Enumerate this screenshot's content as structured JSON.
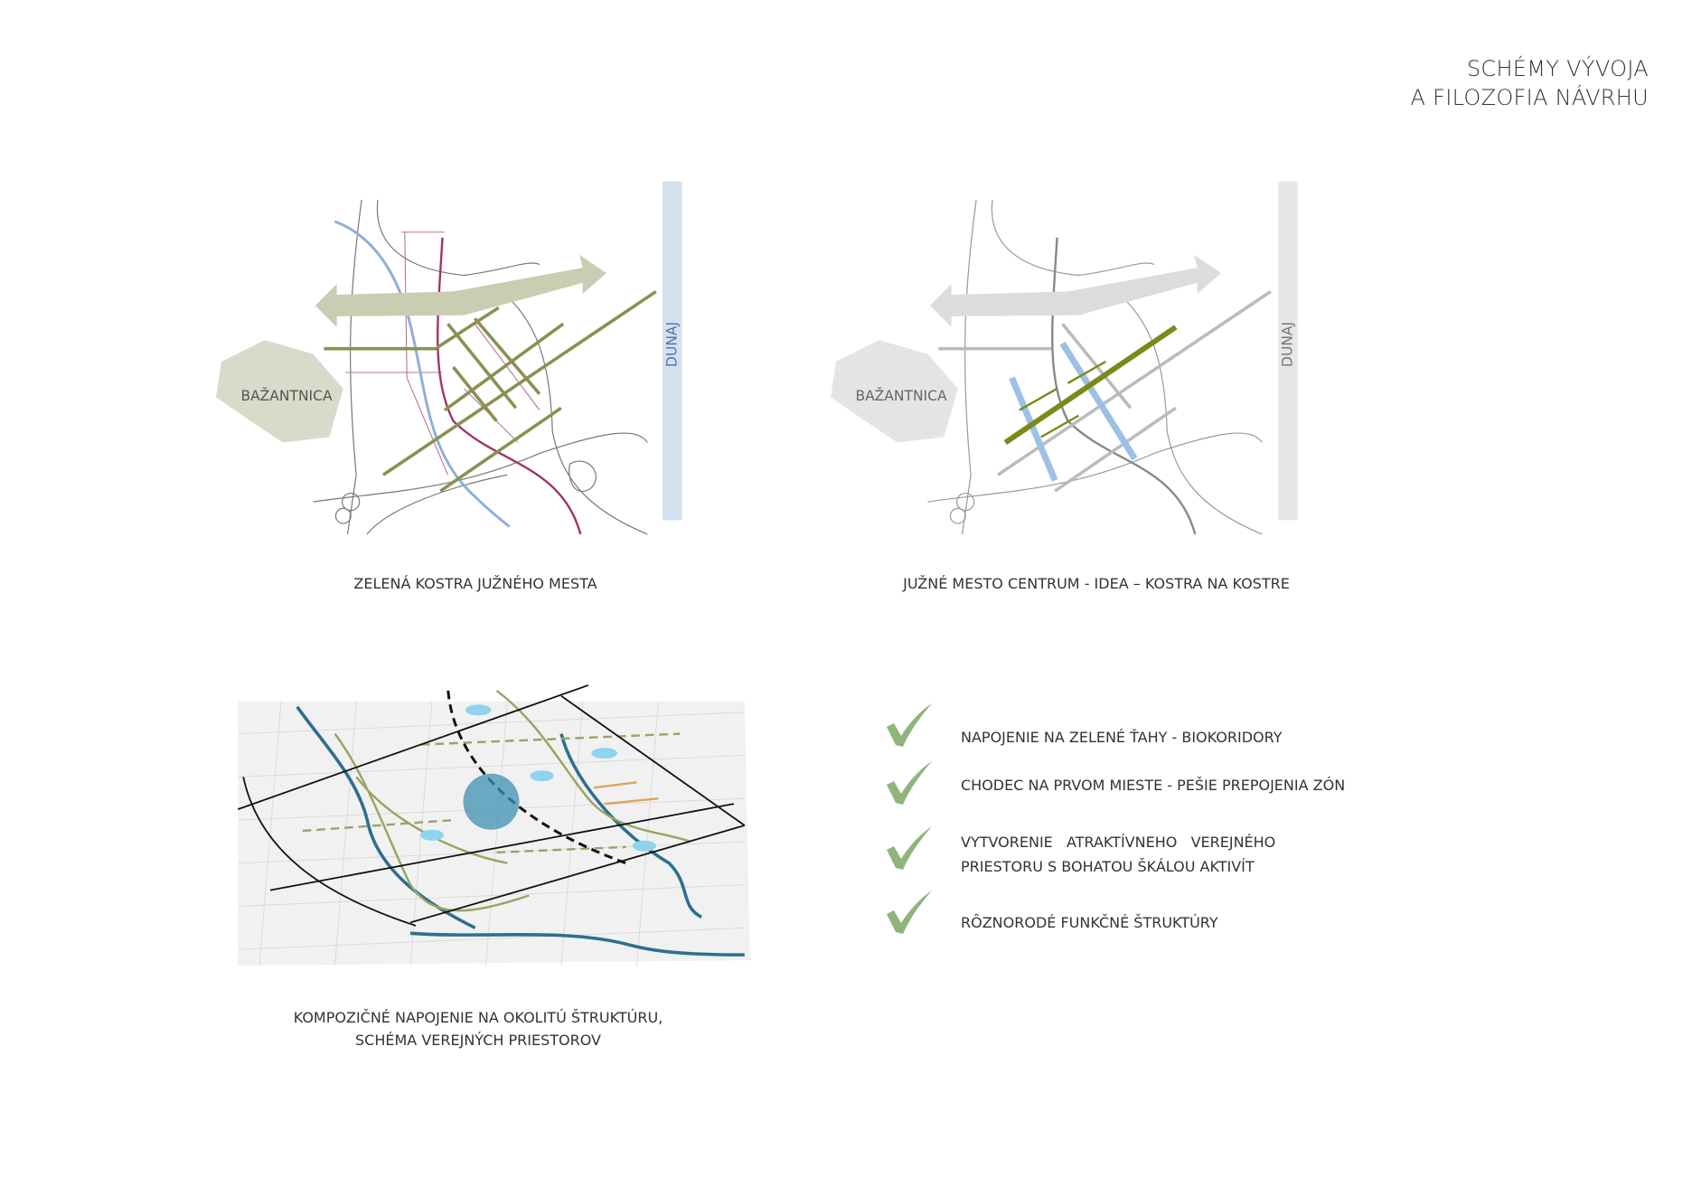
{
  "title": {
    "line1": "SCHÉMY VÝVOJA",
    "line2": "A FILOZOFIA NÁVRHU"
  },
  "diagrams": [
    {
      "caption": "ZELENÁ KOSTRA JUŽNÉHO MESTA",
      "labels": {
        "park": "BAŽANTNICA",
        "river": "DUNAJ"
      }
    },
    {
      "caption": "JUŽNÉ MESTO CENTRUM - IDEA – KOSTRA NA KOSTRE",
      "labels": {
        "park": "BAŽANTNICA",
        "river": "DUNAJ"
      }
    },
    {
      "caption_line1": "KOMPOZIČNÉ NAPOJENIE NA OKOLITÚ ŠTRUKTÚRU,",
      "caption_line2": "SCHÉMA VEREJNÝCH PRIESTOROV"
    }
  ],
  "checklist": [
    {
      "icon": "check-icon",
      "text": "NAPOJENIE NA ZELENÉ ŤAHY - BIOKORIDORY"
    },
    {
      "icon": "check-icon",
      "text": "CHODEC NA PRVOM MIESTE - PEŠIE PREPOJENIA ZÓN"
    },
    {
      "icon": "check-icon",
      "text": "VYTVORENIE   ATRAKTÍVNEHO   VEREJNÉHO\nPRIESTORU S BOHATOU ŠKÁLOU AKTIVÍT"
    },
    {
      "icon": "check-icon",
      "text": "RÔZNORODÉ FUNKČNÉ ŠTRUKTÚRY"
    }
  ],
  "colors": {
    "green": "#8a9150",
    "olive": "#7a8a1a",
    "blue": "#7fa8d4",
    "magenta": "#a0336b",
    "check": "#8fb57a",
    "lightgrey": "#cfcfcf"
  }
}
